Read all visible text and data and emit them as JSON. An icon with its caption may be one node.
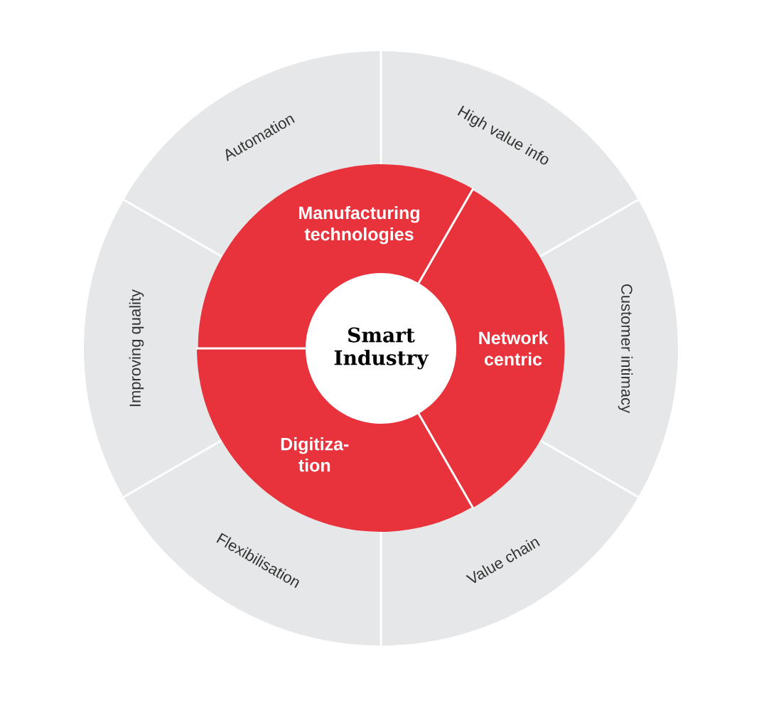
{
  "diagram": {
    "nodes": [
      {
        "text": [
          "Automation"
        ]
      },
      {
        "text": [
          "High value info"
        ]
      },
      {
        "text": [
          "Manufacturing technologies"
        ]
      },
      {
        "text": [
          "Improving quality"
        ]
      },
      {
        "text": [
          "Smart Industry"
        ]
      },
      {
        "text": [
          "Network centric"
        ]
      },
      {
        "text": [
          "Customer intimacy"
        ]
      },
      {
        "text": [
          "Digitiza- tion"
        ]
      },
      {
        "text": [
          "Flexibilisation"
        ]
      },
      {
        "text": [
          "Value chain"
        ]
      }
    ]
  }
}
